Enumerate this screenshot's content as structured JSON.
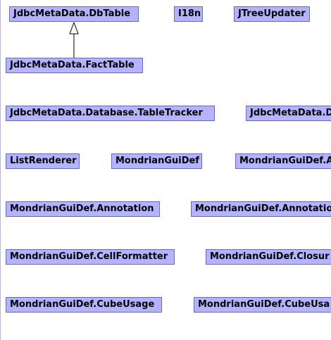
{
  "diagram": {
    "classes": [
      {
        "id": "dbtable",
        "label": "JdbcMetaData.DbTable"
      },
      {
        "id": "i18n",
        "label": "I18n"
      },
      {
        "id": "jtreeupdater",
        "label": "JTreeUpdater"
      },
      {
        "id": "facttable",
        "label": "JdbcMetaData.FactTable"
      },
      {
        "id": "tabletracker",
        "label": "JdbcMetaData.Database.TableTracker"
      },
      {
        "id": "jdbcmetadata-partial",
        "label": "JdbcMetaData.D"
      },
      {
        "id": "listrenderer",
        "label": "ListRenderer"
      },
      {
        "id": "mondrianguidef",
        "label": "MondrianGuiDef"
      },
      {
        "id": "mondrianguidef-a-partial",
        "label": "MondrianGuiDef.A"
      },
      {
        "id": "annotation",
        "label": "MondrianGuiDef.Annotation"
      },
      {
        "id": "annotatio-partial",
        "label": "MondrianGuiDef.Annotatio"
      },
      {
        "id": "cellformatter",
        "label": "MondrianGuiDef.CellFormatter"
      },
      {
        "id": "closur-partial",
        "label": "MondrianGuiDef.Closur"
      },
      {
        "id": "cubeusage",
        "label": "MondrianGuiDef.CubeUsage"
      },
      {
        "id": "cubeusa-partial",
        "label": "MondrianGuiDef.CubeUsa"
      }
    ],
    "relations": [
      {
        "from": "facttable",
        "to": "dbtable",
        "kind": "generalization"
      }
    ]
  }
}
